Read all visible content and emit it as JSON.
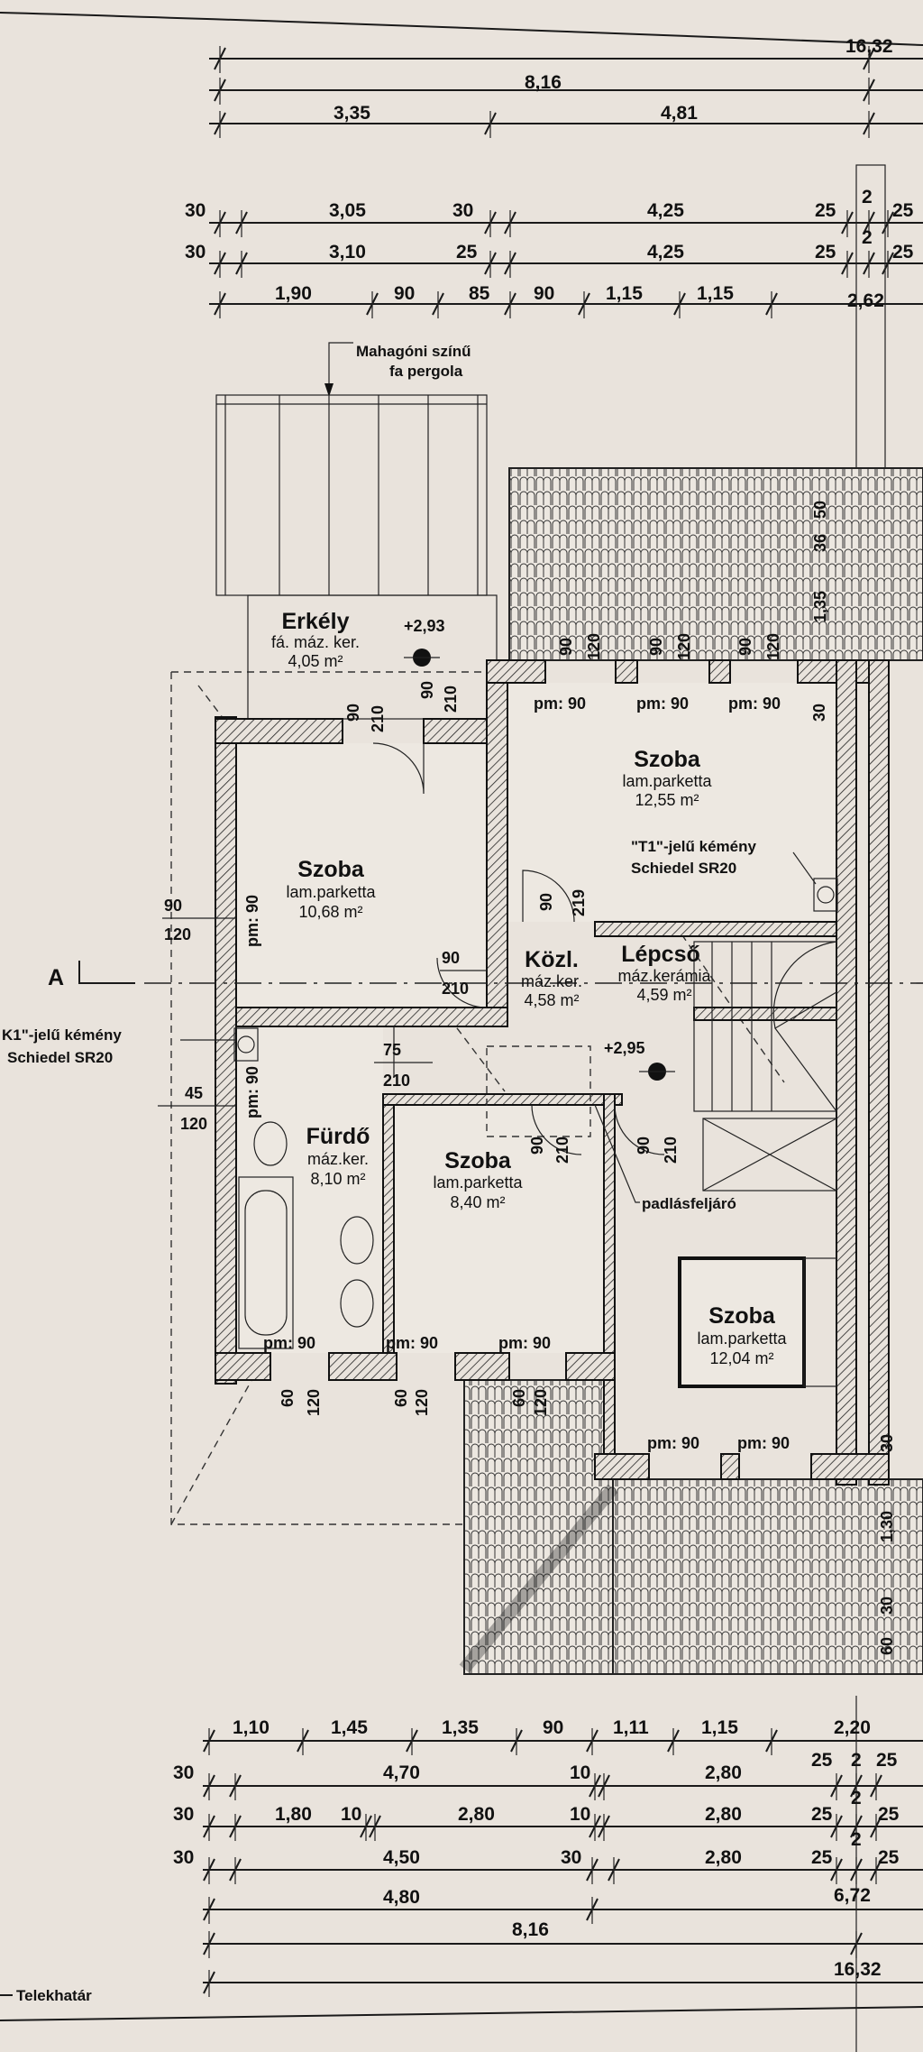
{
  "dimensions_top": {
    "overall": "16,32",
    "half": "8,16",
    "row3": [
      "3,35",
      "4,81"
    ],
    "row4": [
      "30",
      "3,05",
      "30",
      "4,25",
      "25",
      "2",
      "25"
    ],
    "row5": [
      "30",
      "3,10",
      "25",
      "4,25",
      "25",
      "2",
      "25"
    ],
    "row6": [
      "1,90",
      "90",
      "85",
      "90",
      "1,15",
      "1,15",
      "2,62"
    ]
  },
  "dimensions_bottom": {
    "row1": [
      "1,10",
      "1,45",
      "1,35",
      "90",
      "1,11",
      "1,15",
      "2,20"
    ],
    "row2": [
      "30",
      "4,70",
      "10",
      "2,80",
      "25",
      "2",
      "25",
      "2"
    ],
    "row3": [
      "30",
      "1,80",
      "10",
      "2,80",
      "10",
      "2,80",
      "25",
      "25",
      "2"
    ],
    "row4": [
      "30",
      "4,50",
      "30",
      "2,80",
      "25",
      "25",
      "6,72"
    ],
    "row5": "4,80",
    "row6": "8,16",
    "row7": "16,32"
  },
  "labels": {
    "pergola": [
      "Mahagóni színű",
      "fa pergola"
    ],
    "section_mark": "A",
    "chimney_t1": [
      "\"T1\"-jelű kémény",
      "Schiedel SR20"
    ],
    "chimney_k1": [
      "K1\"-jelű kémény",
      "Schiedel SR20"
    ],
    "attic_access": "padlásfeljáró",
    "property_line": "Telekhatár",
    "level_balcony": "+2,93",
    "level_hall": "+2,95"
  },
  "rooms": {
    "balcony": {
      "name": "Erkély",
      "floor": "fá. máz. ker.",
      "area": "4,05 m²"
    },
    "room_1": {
      "name": "Szoba",
      "floor": "lam.parketta",
      "area": "12,55 m²"
    },
    "room_2": {
      "name": "Szoba",
      "floor": "lam.parketta",
      "area": "10,68 m²"
    },
    "hall": {
      "name": "Közl.",
      "floor": "máz.ker.",
      "area": "4,58 m²"
    },
    "stairs": {
      "name": "Lépcső",
      "floor": "máz.kerámia",
      "area": "4,59 m²"
    },
    "bathroom": {
      "name": "Fürdő",
      "floor": "máz.ker.",
      "area": "8,10 m²"
    },
    "room_3": {
      "name": "Szoba",
      "floor": "lam.parketta",
      "area": "8,40 m²"
    },
    "room_4": {
      "name": "Szoba",
      "floor": "lam.parketta",
      "area": "12,04 m²"
    }
  },
  "openings": {
    "balcony_door_1": [
      "90",
      "210"
    ],
    "balcony_door_2": [
      "90",
      "210"
    ],
    "top_windows": [
      [
        "90",
        "120"
      ],
      [
        "90",
        "120"
      ],
      [
        "90",
        "120"
      ]
    ],
    "top_sills": [
      "pm: 90",
      "pm: 90",
      "pm: 90"
    ],
    "top_wall": "30",
    "roof_dims": [
      "50",
      "36",
      "1,35"
    ],
    "left_window": [
      "90",
      "120",
      "pm: 90"
    ],
    "room1_door": [
      "90",
      "219"
    ],
    "hall_door": [
      "90",
      "210"
    ],
    "bath_door": [
      "75",
      "210"
    ],
    "bath_window": [
      "45",
      "120",
      "pm: 90"
    ],
    "room3_door": [
      "90",
      "210"
    ],
    "attic_door": [
      "90",
      "210"
    ],
    "bottom_sills": [
      "pm: 90",
      "pm: 90",
      "pm: 90"
    ],
    "bottom_windows": [
      [
        "60",
        "120"
      ],
      [
        "60",
        "120"
      ],
      [
        "60",
        "120"
      ]
    ],
    "room4_sills": [
      "pm: 90",
      "pm: 90"
    ],
    "right_roof_dims": [
      "30",
      "1,30",
      "30",
      "60"
    ]
  }
}
